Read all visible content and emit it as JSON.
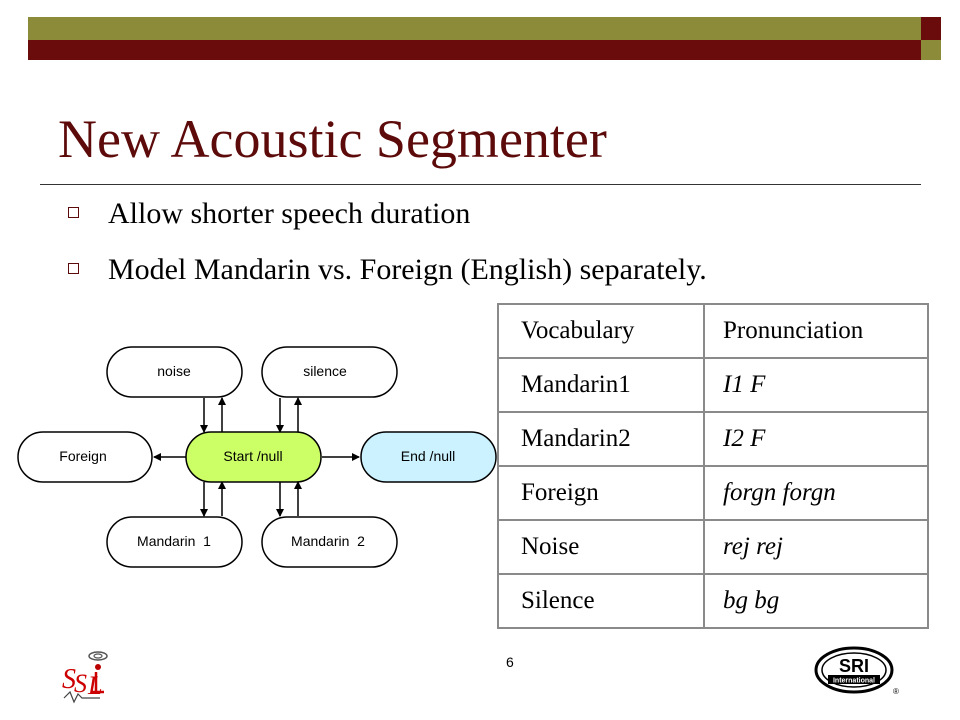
{
  "slide": {
    "title": "New Acoustic Segmenter",
    "bullets": [
      "Allow shorter speech duration",
      "Model Mandarin vs. Foreign (English) separately."
    ],
    "page_number": "6"
  },
  "diagram": {
    "nodes": {
      "noise": "noise",
      "silence": "silence",
      "foreign": "Foreign",
      "start": "Start /null",
      "end": "End /null",
      "mandarin1": "Mandarin  1",
      "mandarin2": "Mandarin  2"
    }
  },
  "table": {
    "header": [
      "Vocabulary",
      "Pronunciation"
    ],
    "rows": [
      [
        "Mandarin1",
        "I1 F"
      ],
      [
        "Mandarin2",
        "I2 F"
      ],
      [
        "Foreign",
        "forgn forgn"
      ],
      [
        "Noise",
        "rej rej"
      ],
      [
        "Silence",
        "bg bg"
      ]
    ]
  },
  "logos": {
    "left": "SSLI",
    "right": "SRI International"
  },
  "colors": {
    "title": "#5c0a0a",
    "bar_olive": "#8b8b3a",
    "bar_red": "#6b0c0c",
    "start_fill": "#ccff66",
    "end_fill": "#ccf2ff"
  }
}
